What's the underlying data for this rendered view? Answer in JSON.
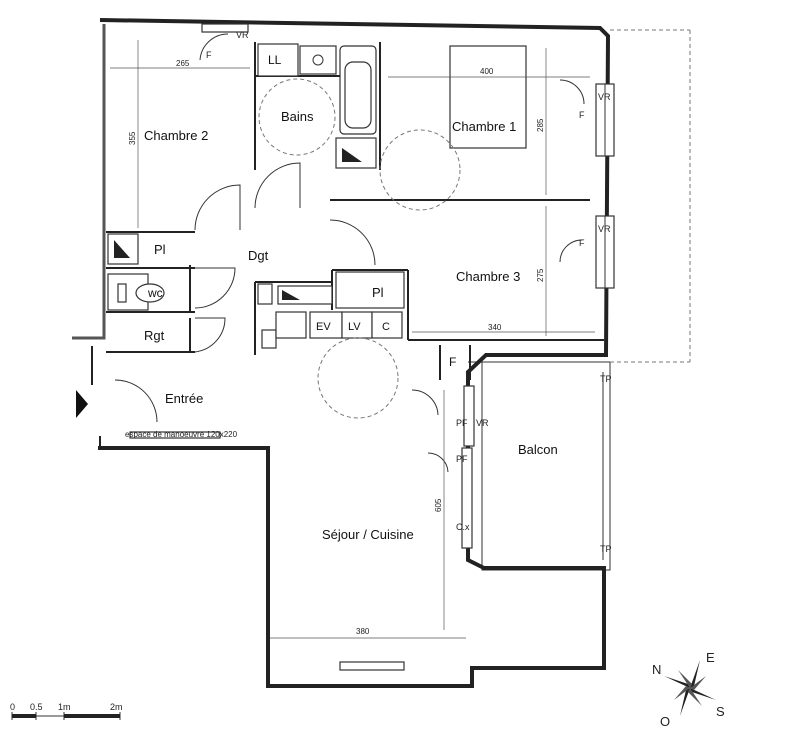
{
  "rooms": {
    "chambre2": "Chambre 2",
    "bains": "Bains",
    "ll": "LL",
    "chambre1": "Chambre 1",
    "dgt": "Dgt",
    "pl_top": "Pl",
    "wc": "wc",
    "rgt": "Rgt",
    "pl_mid": "Pl",
    "chambre3": "Chambre 3",
    "ev": "EV",
    "lv": "LV",
    "c": "C",
    "entree": "Entrée",
    "f_sejour": "F",
    "balcon": "Balcon",
    "sejour": "Séjour / Cuisine"
  },
  "dimensions": {
    "d265": "265",
    "d355": "355",
    "d400": "400",
    "d285": "285",
    "d275": "275",
    "d340": "340",
    "d605": "605",
    "d380": "380"
  },
  "annotations": {
    "espace": "espace de manoeuvre 120x220",
    "vr": "VR",
    "f": "F",
    "pf": "PF",
    "cx": "C.x",
    "tp": "TP"
  },
  "scale": {
    "s0": "0",
    "s05": "0.5",
    "s1": "1m",
    "s2": "2m"
  },
  "compass": {
    "n": "N",
    "e": "E",
    "s": "S",
    "o": "O"
  }
}
